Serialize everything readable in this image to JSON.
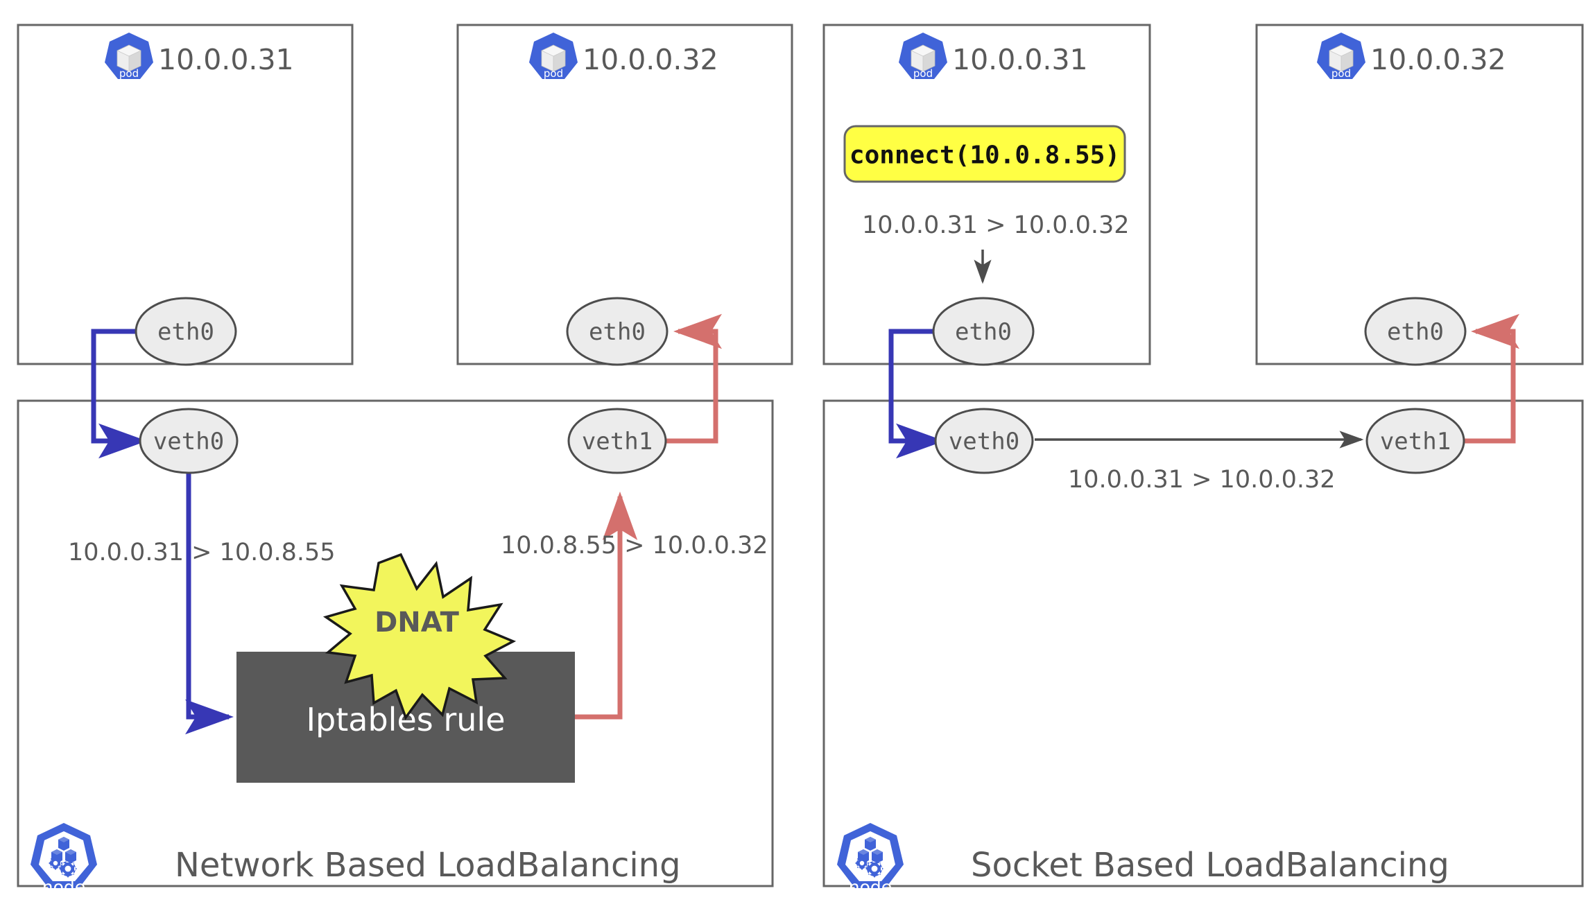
{
  "diagram": {
    "title_left": "Network Based LoadBalancing",
    "title_right": "Socket Based LoadBalancing",
    "colors": {
      "blue_arrow": "#3737b5",
      "red_arrow": "#d4706d",
      "gray_arrow": "#4d4d4d",
      "iptables_fill": "#595959",
      "dnat_fill": "#f2f55c",
      "connect_fill": "#ffff44",
      "k8s_blue": "#4063d8",
      "ellipse_fill": "#ececec",
      "text_gray": "#595959"
    }
  },
  "left_panel": {
    "name": "Network Based LoadBalancing",
    "title": "Network Based LoadBalancing",
    "node_icon_label": "node",
    "pods": [
      {
        "ip": "10.0.0.31",
        "icon_label": "pod",
        "interface": "eth0"
      },
      {
        "ip": "10.0.0.32",
        "icon_label": "pod",
        "interface": "eth0"
      }
    ],
    "host_interfaces": [
      {
        "name": "veth0"
      },
      {
        "name": "veth1"
      }
    ],
    "flow_labels": [
      "10.0.0.31 > 10.0.8.55",
      "10.0.8.55 > 10.0.0.32"
    ],
    "iptables_box": "Iptables rule",
    "dnat_badge": "DNAT"
  },
  "right_panel": {
    "name": "Socket Based LoadBalancing",
    "title": "Socket Based LoadBalancing",
    "node_icon_label": "node",
    "pods": [
      {
        "ip": "10.0.0.31",
        "icon_label": "pod",
        "interface": "eth0"
      },
      {
        "ip": "10.0.0.32",
        "icon_label": "pod",
        "interface": "eth0"
      }
    ],
    "host_interfaces": [
      {
        "name": "veth0"
      },
      {
        "name": "veth1"
      }
    ],
    "connect_call": "connect(10.0.8.55)",
    "flow_labels": [
      "10.0.0.31 > 10.0.0.32",
      "10.0.0.31 > 10.0.0.32"
    ]
  }
}
